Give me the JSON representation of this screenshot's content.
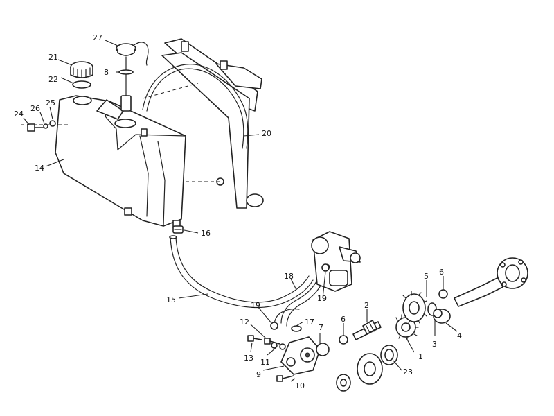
{
  "callouts": {
    "c1": "1",
    "c2": "2",
    "c3": "3",
    "c4": "4",
    "c5": "5",
    "c6a": "6",
    "c6b": "6",
    "c7": "7",
    "c8": "8",
    "c9": "9",
    "c10": "10",
    "c11": "11",
    "c12": "12",
    "c13": "13",
    "c14": "14",
    "c15": "15",
    "c16": "16",
    "c17": "17",
    "c18": "18",
    "c19a": "19",
    "c19b": "19",
    "c20": "20",
    "c21": "21",
    "c22": "22",
    "c23": "23",
    "c24": "24",
    "c25": "25",
    "c26": "26",
    "c27": "27"
  }
}
